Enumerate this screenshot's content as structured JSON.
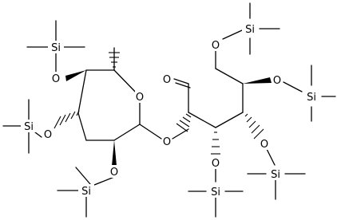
{
  "molecule": {
    "atoms": [
      {
        "id": "O_ring",
        "label": "O"
      },
      {
        "id": "O_2",
        "label": "O"
      },
      {
        "id": "O_3",
        "label": "O"
      },
      {
        "id": "O_4",
        "label": "O"
      },
      {
        "id": "O_link",
        "label": "O"
      },
      {
        "id": "O_ald",
        "label": "O"
      },
      {
        "id": "O_c3",
        "label": "O"
      },
      {
        "id": "O_c4",
        "label": "O"
      },
      {
        "id": "O_c5",
        "label": "O"
      },
      {
        "id": "O_c6",
        "label": "O"
      },
      {
        "id": "Si_4",
        "label": "Si"
      },
      {
        "id": "Si_3",
        "label": "Si"
      },
      {
        "id": "Si_2",
        "label": "Si"
      },
      {
        "id": "Si_c3",
        "label": "Si"
      },
      {
        "id": "Si_c4",
        "label": "Si"
      },
      {
        "id": "Si_c5",
        "label": "Si"
      },
      {
        "id": "Si_c6",
        "label": "Si"
      }
    ]
  }
}
